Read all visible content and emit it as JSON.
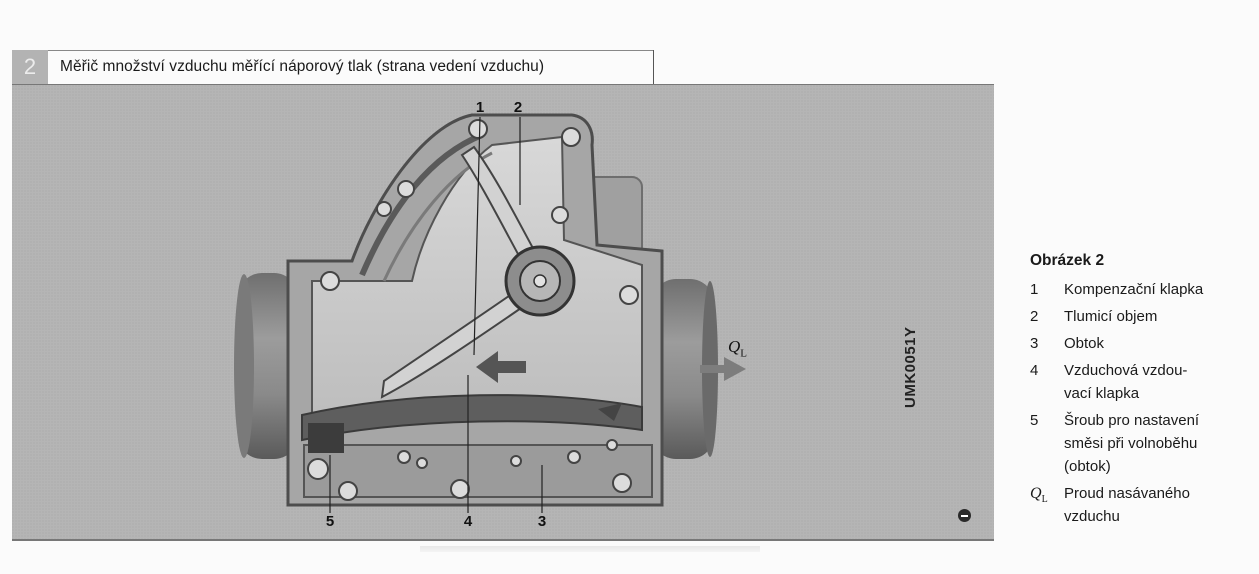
{
  "figure": {
    "number": "2",
    "title": "Měřič množství vzduchu měřící náporový tlak (strana vedení vzduchu)",
    "code": "UMK0051Y",
    "flow_symbol": "Q",
    "flow_subscript": "L",
    "callouts": [
      "1",
      "2",
      "3",
      "4",
      "5"
    ]
  },
  "legend": {
    "title": "Obrázek 2",
    "items": [
      {
        "key": "1",
        "text": "Kompenzační klapka"
      },
      {
        "key": "2",
        "text": "Tlumicí objem"
      },
      {
        "key": "3",
        "text": "Obtok"
      },
      {
        "key": "4",
        "text": "Vzduchová vzdou-\nvací klapka"
      },
      {
        "key": "5",
        "text": "Šroub pro nastavení\nsměsi při volnoběhu\n(obtok)"
      },
      {
        "key": "Q",
        "key_sub": "L",
        "text": "Proud nasávaného\nvzduchu"
      }
    ]
  },
  "colors": {
    "photo_bg": "#b5b5b5",
    "casting": "#8e8e8e",
    "casting_light": "#c9c9c9",
    "arrow": "#555555"
  }
}
